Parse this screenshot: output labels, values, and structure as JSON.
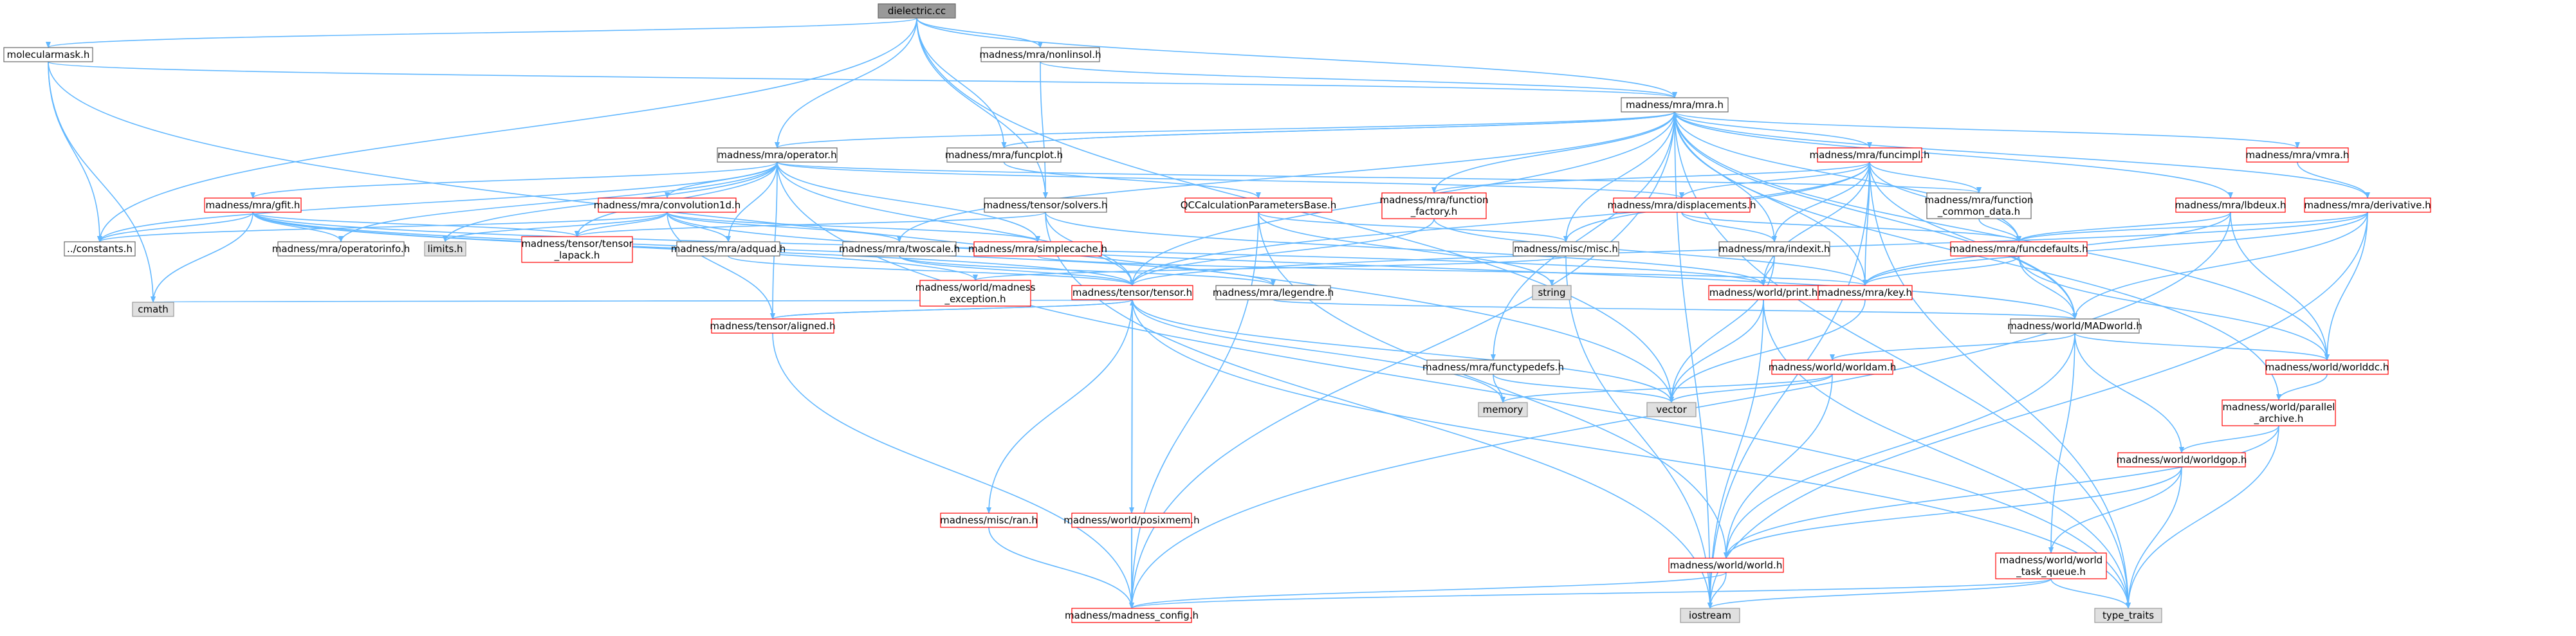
{
  "diagram": {
    "type": "include-dependency-graph",
    "colors": {
      "background": "#ffffff",
      "edge": "#63b8ff",
      "root_fill": "#999999",
      "node_fill": "#ffffff",
      "node_border": "#666666",
      "clipped_border": "#ff0000",
      "external_fill": "#e0e0e0",
      "external_border": "#999999",
      "label_text": "#000000"
    },
    "nodes": [
      {
        "id": "dielectric",
        "lines": [
          "dielectric.cc"
        ],
        "kind": "root"
      },
      {
        "id": "molecularmask",
        "lines": [
          "molecularmask.h"
        ],
        "kind": "normal"
      },
      {
        "id": "nonlinsol",
        "lines": [
          "madness/mra/nonlinsol.h"
        ],
        "kind": "normal"
      },
      {
        "id": "mra",
        "lines": [
          "madness/mra/mra.h"
        ],
        "kind": "normal"
      },
      {
        "id": "operator",
        "lines": [
          "madness/mra/operator.h"
        ],
        "kind": "normal"
      },
      {
        "id": "funcplot",
        "lines": [
          "madness/mra/funcplot.h"
        ],
        "kind": "normal"
      },
      {
        "id": "funcimpl",
        "lines": [
          "madness/mra/funcimpl.h"
        ],
        "kind": "clipped"
      },
      {
        "id": "vmra",
        "lines": [
          "madness/mra/vmra.h"
        ],
        "kind": "clipped"
      },
      {
        "id": "gfit",
        "lines": [
          "madness/mra/gfit.h"
        ],
        "kind": "clipped"
      },
      {
        "id": "convolution1d",
        "lines": [
          "madness/mra/convolution1d.h"
        ],
        "kind": "clipped"
      },
      {
        "id": "solvers",
        "lines": [
          "madness/tensor/solvers.h"
        ],
        "kind": "normal"
      },
      {
        "id": "qccalc",
        "lines": [
          "QCCalculationParametersBase.h"
        ],
        "kind": "clipped"
      },
      {
        "id": "funcfactory",
        "lines": [
          "madness/mra/function",
          "_factory.h"
        ],
        "kind": "clipped"
      },
      {
        "id": "displacements",
        "lines": [
          "madness/mra/displacements.h"
        ],
        "kind": "clipped"
      },
      {
        "id": "funccommon",
        "lines": [
          "madness/mra/function",
          "_common_data.h"
        ],
        "kind": "normal"
      },
      {
        "id": "lbdeux",
        "lines": [
          "madness/mra/lbdeux.h"
        ],
        "kind": "clipped"
      },
      {
        "id": "derivative",
        "lines": [
          "madness/mra/derivative.h"
        ],
        "kind": "clipped"
      },
      {
        "id": "constants",
        "lines": [
          "../constants.h"
        ],
        "kind": "normal"
      },
      {
        "id": "operatorinfo",
        "lines": [
          "madness/mra/operatorinfo.h"
        ],
        "kind": "normal"
      },
      {
        "id": "limits",
        "lines": [
          "limits.h"
        ],
        "kind": "external"
      },
      {
        "id": "tensorlapack",
        "lines": [
          "madness/tensor/tensor",
          "_lapack.h"
        ],
        "kind": "clipped"
      },
      {
        "id": "adquad",
        "lines": [
          "madness/mra/adquad.h"
        ],
        "kind": "normal"
      },
      {
        "id": "twoscale",
        "lines": [
          "madness/mra/twoscale.h"
        ],
        "kind": "normal"
      },
      {
        "id": "simplecache",
        "lines": [
          "madness/mra/simplecache.h"
        ],
        "kind": "clipped"
      },
      {
        "id": "misc",
        "lines": [
          "madness/misc/misc.h"
        ],
        "kind": "normal"
      },
      {
        "id": "mraindexit",
        "lines": [
          "madness/mra/indexit.h"
        ],
        "kind": "normal"
      },
      {
        "id": "funcdefaults",
        "lines": [
          "madness/mra/funcdefaults.h"
        ],
        "kind": "clipped"
      },
      {
        "id": "string",
        "lines": [
          "string"
        ],
        "kind": "external"
      },
      {
        "id": "worldprint",
        "lines": [
          "madness/world/print.h"
        ],
        "kind": "clipped"
      },
      {
        "id": "key",
        "lines": [
          "madness/mra/key.h"
        ],
        "kind": "clipped"
      },
      {
        "id": "legendre",
        "lines": [
          "madness/mra/legendre.h"
        ],
        "kind": "normal"
      },
      {
        "id": "madexception",
        "lines": [
          "madness/world/madness",
          "_exception.h"
        ],
        "kind": "clipped"
      },
      {
        "id": "tensor",
        "lines": [
          "madness/tensor/tensor.h"
        ],
        "kind": "clipped"
      },
      {
        "id": "cmath",
        "lines": [
          "cmath"
        ],
        "kind": "external"
      },
      {
        "id": "aligned",
        "lines": [
          "madness/tensor/aligned.h"
        ],
        "kind": "clipped"
      },
      {
        "id": "madworld",
        "lines": [
          "madness/world/MADworld.h"
        ],
        "kind": "normal"
      },
      {
        "id": "functypedefs",
        "lines": [
          "madness/mra/functypedefs.h"
        ],
        "kind": "normal"
      },
      {
        "id": "worldam",
        "lines": [
          "madness/world/worldam.h"
        ],
        "kind": "clipped"
      },
      {
        "id": "worlddc",
        "lines": [
          "madness/world/worlddc.h"
        ],
        "kind": "clipped"
      },
      {
        "id": "memory",
        "lines": [
          "memory"
        ],
        "kind": "external"
      },
      {
        "id": "vector",
        "lines": [
          "vector"
        ],
        "kind": "external"
      },
      {
        "id": "parallelarchive",
        "lines": [
          "madness/world/parallel",
          "_archive.h"
        ],
        "kind": "clipped"
      },
      {
        "id": "worldgop",
        "lines": [
          "madness/world/worldgop.h"
        ],
        "kind": "clipped"
      },
      {
        "id": "ran",
        "lines": [
          "madness/misc/ran.h"
        ],
        "kind": "clipped"
      },
      {
        "id": "posixmem",
        "lines": [
          "madness/world/posixmem.h"
        ],
        "kind": "clipped"
      },
      {
        "id": "world",
        "lines": [
          "madness/world/world.h"
        ],
        "kind": "clipped"
      },
      {
        "id": "taskqueue",
        "lines": [
          "madness/world/world",
          "_task_queue.h"
        ],
        "kind": "clipped"
      },
      {
        "id": "madconfig",
        "lines": [
          "madness/madness_config.h"
        ],
        "kind": "clipped"
      },
      {
        "id": "iostream",
        "lines": [
          "iostream"
        ],
        "kind": "external"
      },
      {
        "id": "typetraits",
        "lines": [
          "type_traits"
        ],
        "kind": "external"
      }
    ],
    "edges": [
      [
        "dielectric",
        "molecularmask"
      ],
      [
        "dielectric",
        "nonlinsol"
      ],
      [
        "dielectric",
        "mra"
      ],
      [
        "dielectric",
        "operator"
      ],
      [
        "dielectric",
        "funcplot"
      ],
      [
        "dielectric",
        "constants"
      ],
      [
        "dielectric",
        "solvers"
      ],
      [
        "dielectric",
        "vector"
      ],
      [
        "molecularmask",
        "mra"
      ],
      [
        "molecularmask",
        "constants"
      ],
      [
        "molecularmask",
        "cmath"
      ],
      [
        "molecularmask",
        "vector"
      ],
      [
        "nonlinsol",
        "mra"
      ],
      [
        "nonlinsol",
        "solvers"
      ],
      [
        "mra",
        "funcimpl"
      ],
      [
        "mra",
        "vmra"
      ],
      [
        "mra",
        "funcplot"
      ],
      [
        "mra",
        "operator"
      ],
      [
        "mra",
        "funcfactory"
      ],
      [
        "mra",
        "lbdeux"
      ],
      [
        "mra",
        "derivative"
      ],
      [
        "mra",
        "misc"
      ],
      [
        "mra",
        "mraindexit"
      ],
      [
        "mra",
        "funcdefaults"
      ],
      [
        "mra",
        "key"
      ],
      [
        "mra",
        "worlddc"
      ],
      [
        "mra",
        "madworld"
      ],
      [
        "mra",
        "tensor"
      ],
      [
        "mra",
        "functypedefs"
      ],
      [
        "mra",
        "twoscale"
      ],
      [
        "mra",
        "parallelarchive"
      ],
      [
        "mra",
        "typetraits"
      ],
      [
        "mra",
        "iostream"
      ],
      [
        "mra",
        "madconfig"
      ],
      [
        "operator",
        "gfit"
      ],
      [
        "operator",
        "convolution1d"
      ],
      [
        "operator",
        "displacements"
      ],
      [
        "operator",
        "funccommon"
      ],
      [
        "operator",
        "constants"
      ],
      [
        "operator",
        "operatorinfo"
      ],
      [
        "operator",
        "limits"
      ],
      [
        "operator",
        "tensorlapack"
      ],
      [
        "operator",
        "adquad"
      ],
      [
        "operator",
        "simplecache"
      ],
      [
        "operator",
        "aligned"
      ],
      [
        "operator",
        "tensor"
      ],
      [
        "operator",
        "typetraits"
      ],
      [
        "funcplot",
        "qccalc"
      ],
      [
        "funcplot",
        "mra"
      ],
      [
        "funcimpl",
        "funcfactory"
      ],
      [
        "funcimpl",
        "displacements"
      ],
      [
        "funcimpl",
        "funccommon"
      ],
      [
        "funcimpl",
        "misc"
      ],
      [
        "funcimpl",
        "mraindexit"
      ],
      [
        "funcimpl",
        "funcdefaults"
      ],
      [
        "funcimpl",
        "worldprint"
      ],
      [
        "funcimpl",
        "key"
      ],
      [
        "funcimpl",
        "madworld"
      ],
      [
        "funcimpl",
        "tensor"
      ],
      [
        "funcimpl",
        "typetraits"
      ],
      [
        "funcimpl",
        "iostream"
      ],
      [
        "vmra",
        "derivative"
      ],
      [
        "gfit",
        "constants"
      ],
      [
        "gfit",
        "operatorinfo"
      ],
      [
        "gfit",
        "tensorlapack"
      ],
      [
        "gfit",
        "cmath"
      ],
      [
        "gfit",
        "tensor"
      ],
      [
        "gfit",
        "madexception"
      ],
      [
        "gfit",
        "worldprint"
      ],
      [
        "gfit",
        "legendre"
      ],
      [
        "convolution1d",
        "constants"
      ],
      [
        "convolution1d",
        "limits"
      ],
      [
        "convolution1d",
        "tensorlapack"
      ],
      [
        "convolution1d",
        "adquad"
      ],
      [
        "convolution1d",
        "twoscale"
      ],
      [
        "convolution1d",
        "simplecache"
      ],
      [
        "convolution1d",
        "aligned"
      ],
      [
        "convolution1d",
        "madworld"
      ],
      [
        "solvers",
        "tensorlapack"
      ],
      [
        "solvers",
        "tensor"
      ],
      [
        "solvers",
        "worldprint"
      ],
      [
        "solvers",
        "iostream"
      ],
      [
        "qccalc",
        "madconfig"
      ],
      [
        "qccalc",
        "string"
      ],
      [
        "qccalc",
        "world"
      ],
      [
        "qccalc",
        "misc"
      ],
      [
        "funcfactory",
        "tensor"
      ],
      [
        "funcfactory",
        "key"
      ],
      [
        "displacements",
        "mraindexit"
      ],
      [
        "displacements",
        "funcdefaults"
      ],
      [
        "funccommon",
        "funcdefaults"
      ],
      [
        "lbdeux",
        "funcdefaults"
      ],
      [
        "lbdeux",
        "key"
      ],
      [
        "lbdeux",
        "worlddc"
      ],
      [
        "lbdeux",
        "madconfig"
      ],
      [
        "derivative",
        "funcdefaults"
      ],
      [
        "derivative",
        "key"
      ],
      [
        "derivative",
        "worlddc"
      ],
      [
        "derivative",
        "madworld"
      ],
      [
        "derivative",
        "tensor"
      ],
      [
        "derivative",
        "iostream"
      ],
      [
        "adquad",
        "tensor"
      ],
      [
        "twoscale",
        "tensor"
      ],
      [
        "twoscale",
        "legendre"
      ],
      [
        "simplecache",
        "key"
      ],
      [
        "misc",
        "madexception"
      ],
      [
        "misc",
        "iostream"
      ],
      [
        "mraindexit",
        "vector"
      ],
      [
        "mraindexit",
        "worldprint"
      ],
      [
        "funcdefaults",
        "madworld"
      ],
      [
        "funcdefaults",
        "key"
      ],
      [
        "funcdefaults",
        "worlddc"
      ],
      [
        "worldprint",
        "vector"
      ],
      [
        "worldprint",
        "typetraits"
      ],
      [
        "worldprint",
        "iostream"
      ],
      [
        "key",
        "vector"
      ],
      [
        "legendre",
        "madworld"
      ],
      [
        "tensor",
        "aligned"
      ],
      [
        "tensor",
        "cmath"
      ],
      [
        "tensor",
        "memory"
      ],
      [
        "tensor",
        "vector"
      ],
      [
        "tensor",
        "ran"
      ],
      [
        "tensor",
        "posixmem"
      ],
      [
        "tensor",
        "madconfig"
      ],
      [
        "tensor",
        "typetraits"
      ],
      [
        "aligned",
        "tensor"
      ],
      [
        "aligned",
        "madconfig"
      ],
      [
        "madworld",
        "worldam"
      ],
      [
        "madworld",
        "worlddc"
      ],
      [
        "madworld",
        "worldgop"
      ],
      [
        "madworld",
        "world"
      ],
      [
        "madworld",
        "taskqueue"
      ],
      [
        "functypedefs",
        "memory"
      ],
      [
        "functypedefs",
        "vector"
      ],
      [
        "worldam",
        "memory"
      ],
      [
        "worldam",
        "vector"
      ],
      [
        "worldam",
        "world"
      ],
      [
        "worlddc",
        "parallelarchive"
      ],
      [
        "parallelarchive",
        "worldgop"
      ],
      [
        "parallelarchive",
        "world"
      ],
      [
        "parallelarchive",
        "typetraits"
      ],
      [
        "worldgop",
        "world"
      ],
      [
        "worldgop",
        "taskqueue"
      ],
      [
        "worldgop",
        "typetraits"
      ],
      [
        "ran",
        "madconfig"
      ],
      [
        "posixmem",
        "madconfig"
      ],
      [
        "world",
        "madconfig"
      ],
      [
        "world",
        "iostream"
      ],
      [
        "taskqueue",
        "madconfig"
      ],
      [
        "taskqueue",
        "iostream"
      ],
      [
        "taskqueue",
        "typetraits"
      ]
    ]
  }
}
